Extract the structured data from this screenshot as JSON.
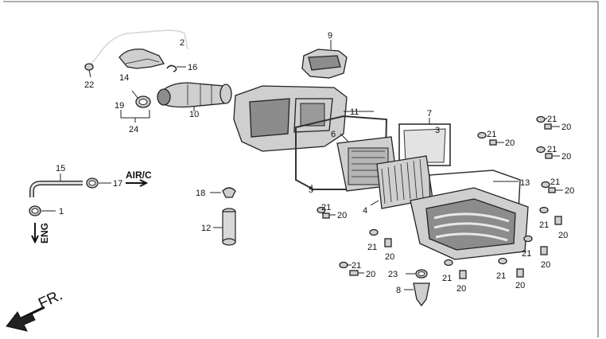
{
  "labels": {
    "p1": "1",
    "p2": "2",
    "p3": "3",
    "p4": "4",
    "p5": "5",
    "p6": "6",
    "p7": "7",
    "p8": "8",
    "p9": "9",
    "p10": "10",
    "p11": "11",
    "p12": "12",
    "p13": "13",
    "p14": "14",
    "p15": "15",
    "p16": "16",
    "p17": "17",
    "p18": "18",
    "p19": "19",
    "p20": "20",
    "p21": "21",
    "p22": "22",
    "p23": "23",
    "p24": "24"
  },
  "annotations": {
    "air_c": "AIR/C",
    "eng": "ENG",
    "front": "FR."
  }
}
